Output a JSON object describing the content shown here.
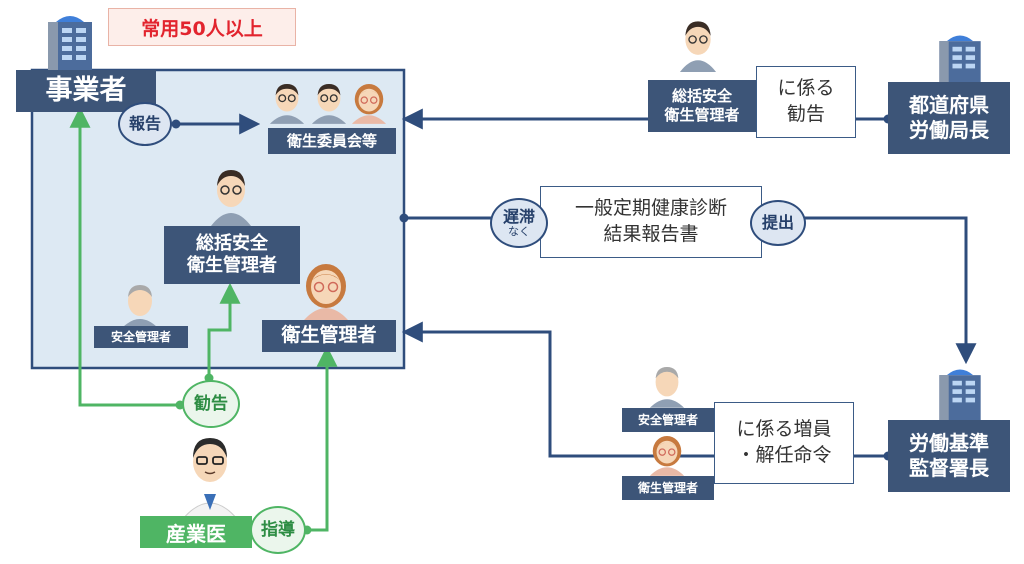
{
  "employer": {
    "condition": "常用50人以上",
    "title": "事業者"
  },
  "inside": {
    "report_badge": "報告",
    "committee": "衛生委員会等",
    "general_manager": "総括安全\n衛生管理者",
    "safety_manager": "安全管理者",
    "health_manager": "衛生管理者"
  },
  "physician": {
    "recommend_badge": "勧告",
    "guidance_badge": "指導",
    "title": "産業医"
  },
  "prefecture": {
    "title": "都道府県\n労働局長",
    "person_label": "総括安全\n衛生管理者",
    "note": "に係る\n勧告"
  },
  "checkup": {
    "delay_badge_main": "遅滞",
    "delay_badge_sub": "なく",
    "report": "一般定期健康診断\n結果報告書",
    "submit_badge": "提出"
  },
  "inspection": {
    "title": "労働基準\n監督署長",
    "safety_label": "安全管理者",
    "health_label": "衛生管理者",
    "note": "に係る増員\n・解任命令"
  },
  "colors": {
    "navy": "#3d5578",
    "line": "#2f4d7c",
    "green": "#4fb564",
    "panel": "#dde9f3"
  }
}
